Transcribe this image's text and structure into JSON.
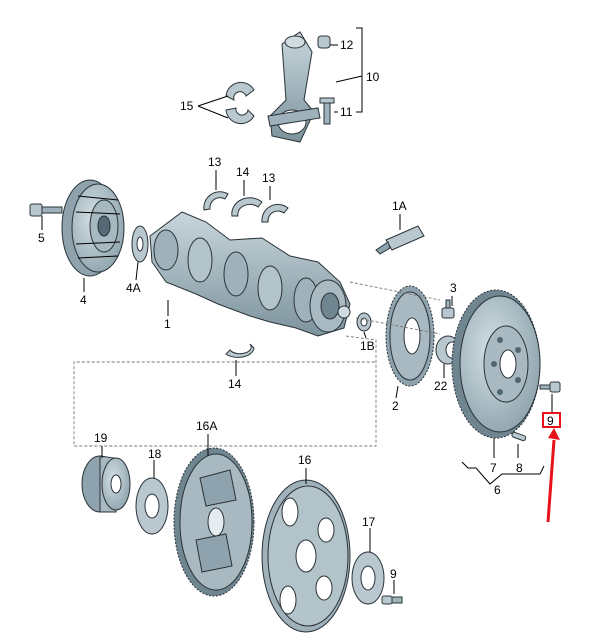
{
  "labels": {
    "p12": "12",
    "p10": "10",
    "p11": "11",
    "p15": "15",
    "p13a": "13",
    "p14a": "14",
    "p13b": "13",
    "p5": "5",
    "p4": "4",
    "p4a": "4A",
    "p1": "1",
    "p14b": "14",
    "p1a": "1A",
    "p3": "3",
    "p1b": "1B",
    "p22": "22",
    "p2": "2",
    "p9a": "9",
    "p7": "7",
    "p8": "8",
    "p6": "6",
    "p19": "19",
    "p18": "18",
    "p16a": "16A",
    "p16": "16",
    "p17": "17",
    "p9b": "9"
  },
  "colors": {
    "part_fill": "#a8b9c1",
    "part_dark": "#6f858f",
    "part_light": "#cfdbe0",
    "highlight": "#e8121b",
    "background": "#ffffff"
  }
}
